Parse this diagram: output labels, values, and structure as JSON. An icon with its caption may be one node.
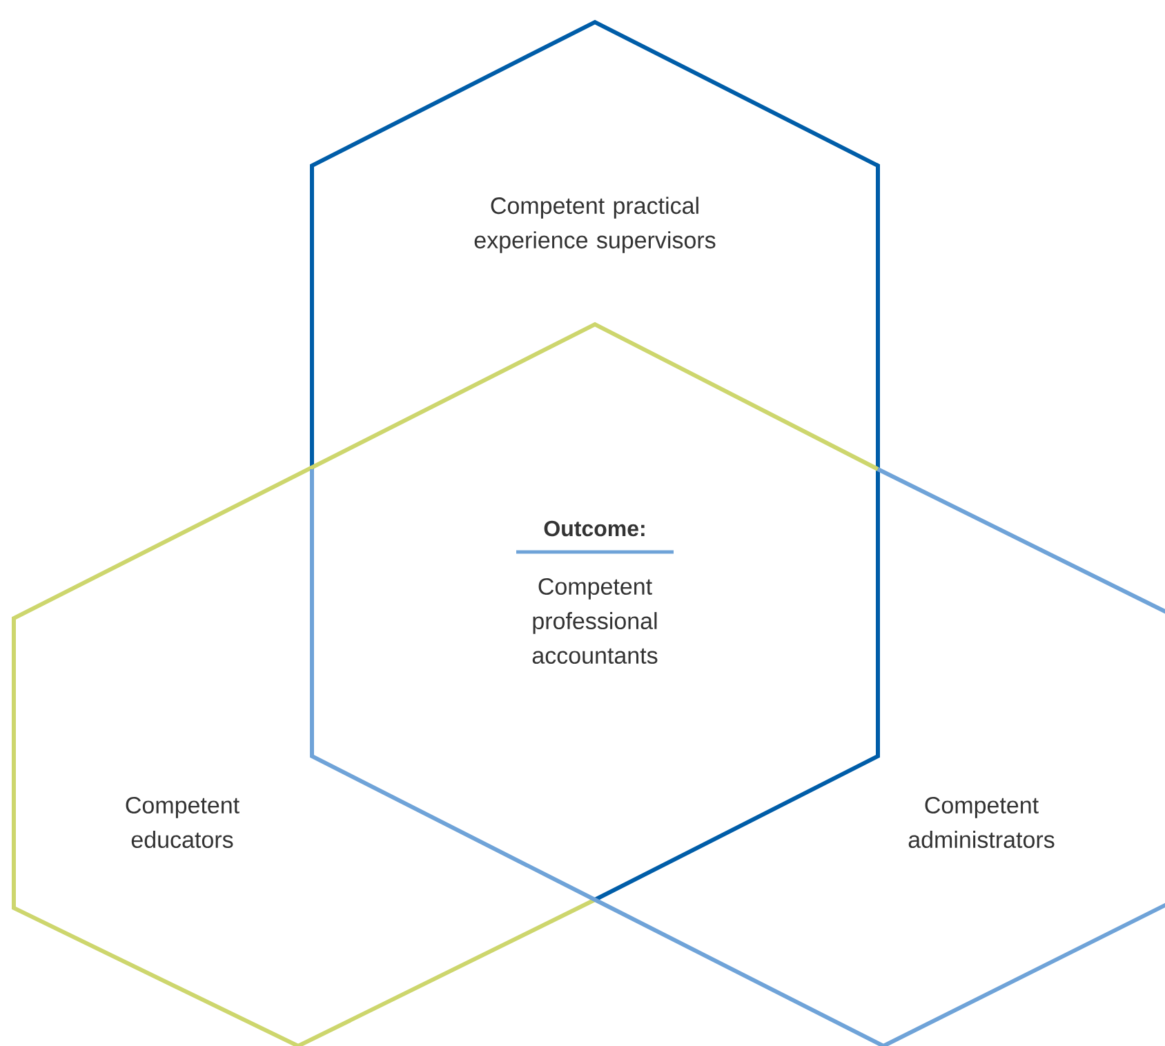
{
  "diagram": {
    "nodes": [
      {
        "text": [
          "Competent practical experience supervisors"
        ]
      },
      {
        "text": [
          "Competent educators"
        ]
      },
      {
        "text": [
          "Competent administrators"
        ]
      }
    ],
    "labels": [
      "Outcome:",
      "Competent professional accountants"
    ]
  }
}
